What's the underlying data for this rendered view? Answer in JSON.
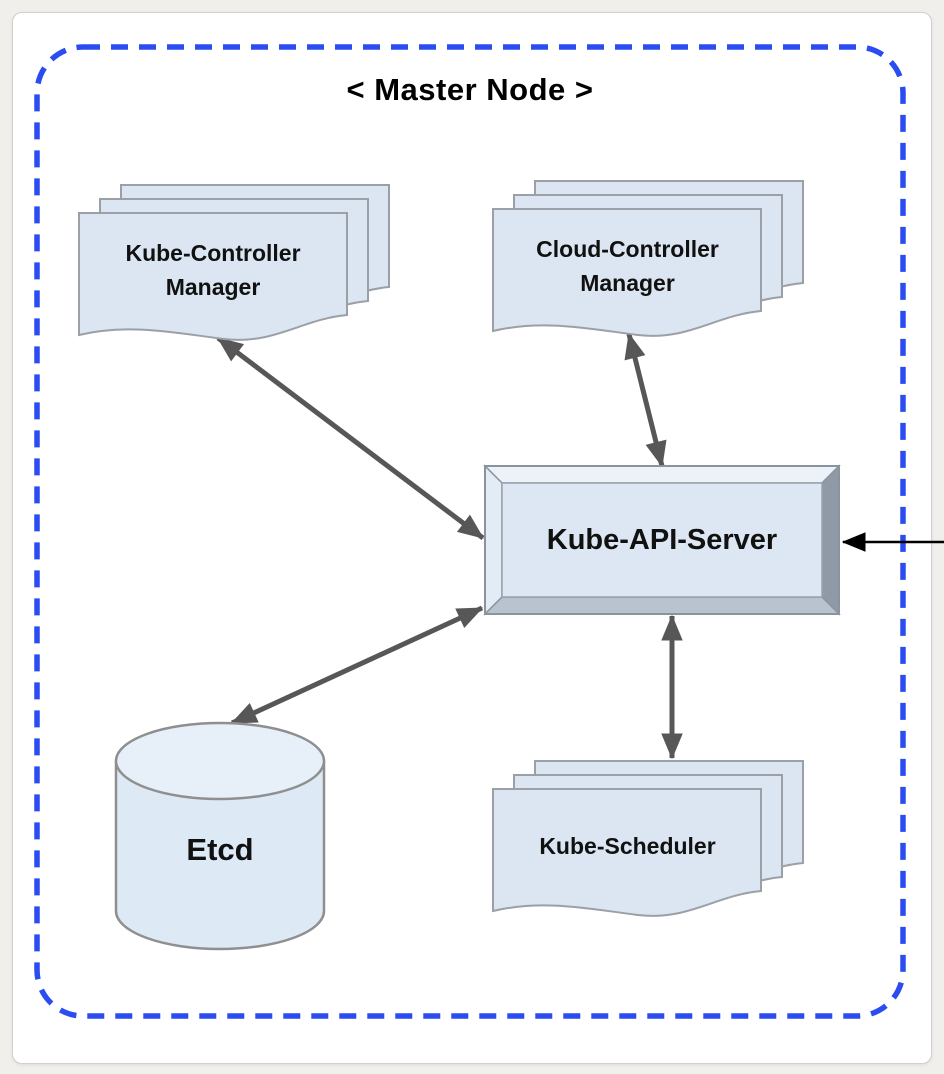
{
  "diagram": {
    "title": "< Master Node >",
    "boundary": {
      "label": "Master Node",
      "style": "dashed-rounded-rect"
    },
    "nodes": {
      "kube_controller_manager": {
        "label_line1": "Kube-Controller",
        "label_line2": "Manager",
        "shape": "stacked-documents"
      },
      "cloud_controller_manager": {
        "label_line1": "Cloud-Controller",
        "label_line2": "Manager",
        "shape": "stacked-documents"
      },
      "kube_api_server": {
        "label": "Kube-API-Server",
        "shape": "beveled-3d-box"
      },
      "etcd": {
        "label": "Etcd",
        "shape": "cylinder"
      },
      "kube_scheduler": {
        "label": "Kube-Scheduler",
        "shape": "stacked-documents"
      }
    },
    "edges": [
      {
        "from": "kube-controller-manager",
        "to": "kube-api-server",
        "type": "bidirectional"
      },
      {
        "from": "cloud-controller-manager",
        "to": "kube-api-server",
        "type": "bidirectional"
      },
      {
        "from": "etcd",
        "to": "kube-api-server",
        "type": "bidirectional"
      },
      {
        "from": "kube-scheduler",
        "to": "kube-api-server",
        "type": "bidirectional"
      },
      {
        "from": "external-right",
        "to": "kube-api-server",
        "type": "unidirectional"
      }
    ],
    "colors": {
      "boundary_blue": "#2b4cf0",
      "shape_fill": "#dce6f2",
      "shape_border": "#9aa0a6",
      "arrow_gray": "#575757",
      "external_arrow_black": "#000000",
      "bevel_light": "#edf2f9",
      "bevel_left": "#e3ebf5",
      "bevel_right_dark": "#909aa6",
      "bevel_bottom": "#b9c3cf",
      "text": "#111111"
    }
  }
}
